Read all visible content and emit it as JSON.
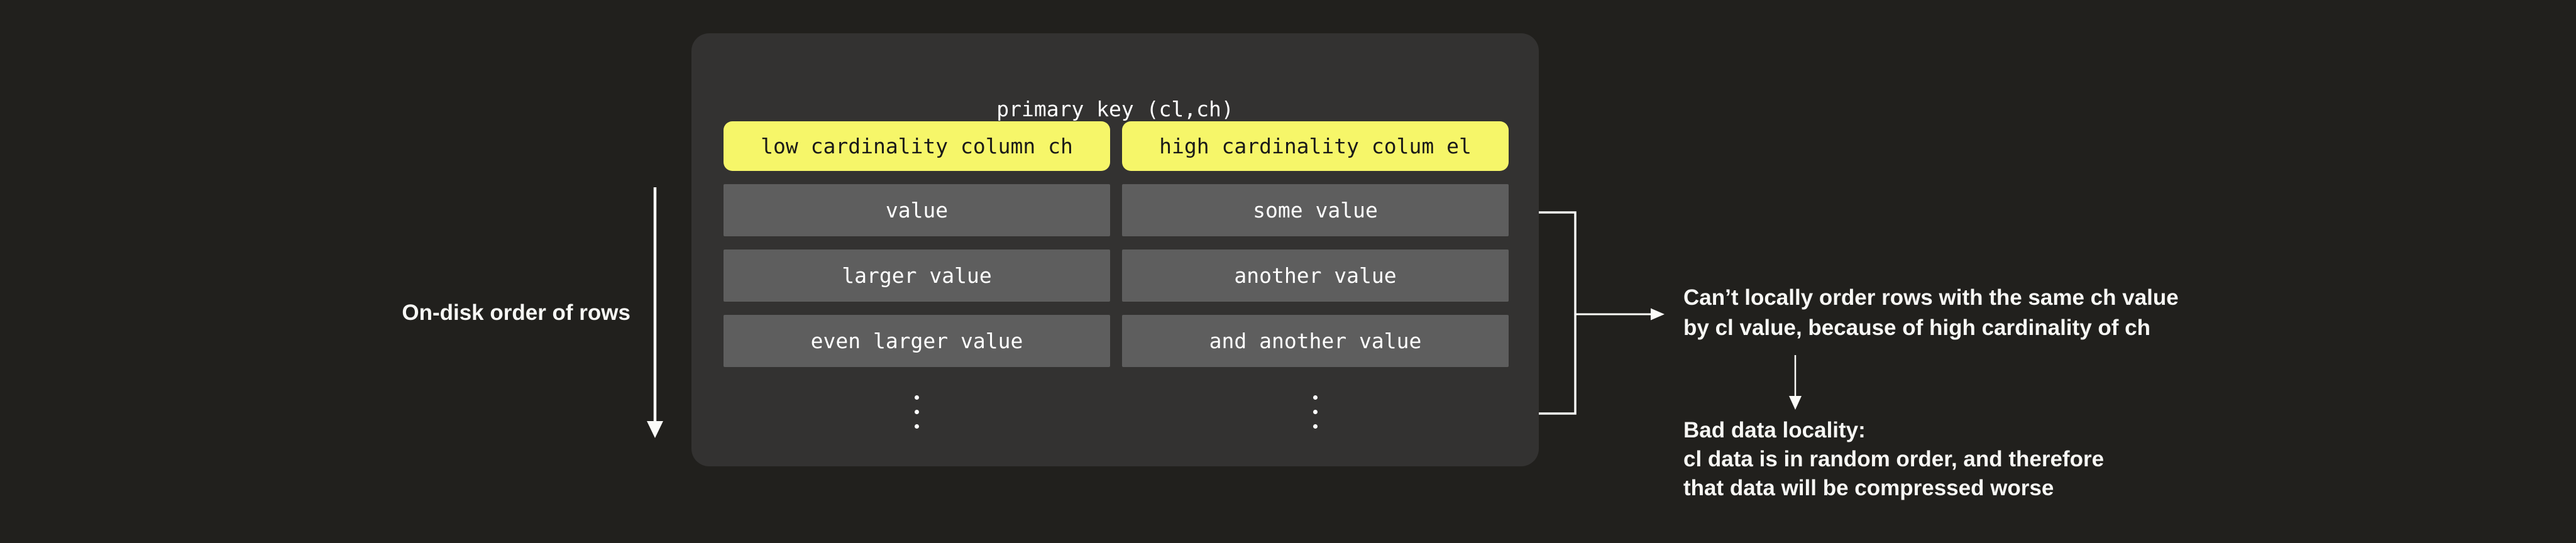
{
  "diagram": {
    "title": "primary key (cl,ch)",
    "columns": [
      {
        "header": "low cardinality column ch",
        "rows": [
          "value",
          "larger value",
          "even larger value"
        ]
      },
      {
        "header": "high cardinality colum el",
        "rows": [
          "some value",
          "another value",
          "and another value"
        ]
      }
    ],
    "left_label": "On-disk order of rows",
    "note_cant_order": {
      "lines": [
        "Can’t locally order rows with the same ch value",
        "by cl value, because of high cardinality of ch"
      ]
    },
    "note_bad_locality": {
      "lines": [
        "Bad data locality:",
        "cl data is in random order, and therefore",
        "that data will be compressed worse"
      ]
    },
    "colors": {
      "background": "#21201d",
      "panel": "#333231",
      "row_box": "#5e5e5e",
      "highlight_yellow": "#f6f669",
      "text_on_dark": "#ffffff",
      "text_on_yellow": "#1a1a19",
      "connector_line": "#fbfbf8"
    }
  }
}
